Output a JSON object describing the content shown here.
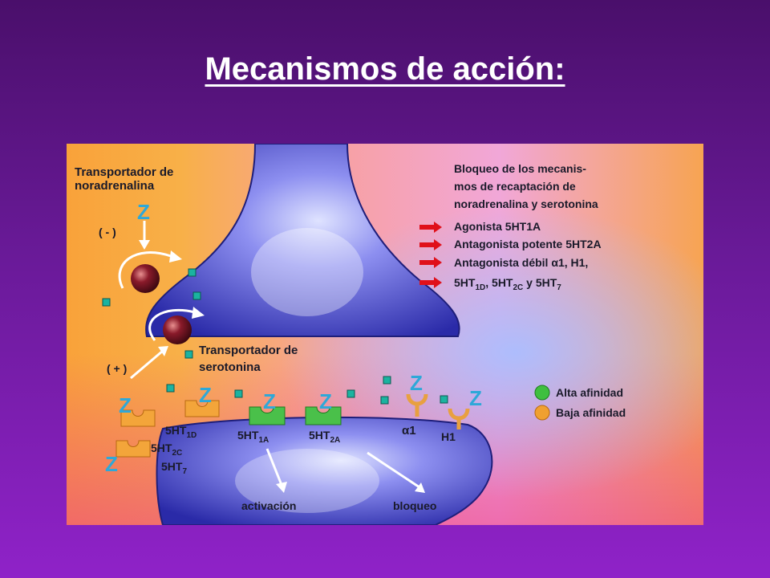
{
  "title": "Mecanismos de acción:",
  "labels": {
    "ne_transporter_1": "Transportador de",
    "ne_transporter_2": "noradrenalina",
    "minus": "( - )",
    "plus": "( + )",
    "sert_1": "Transportador de",
    "sert_2": "serotonina",
    "z": "Z",
    "activation": "activación",
    "block": "bloqueo"
  },
  "effects": {
    "line1": "Bloqueo de los mecanis-",
    "line2": "mos de recaptación de",
    "line3": "noradrenalina y serotonina",
    "items": [
      "Agonista 5HT1A",
      "Antagonista potente 5HT2A",
      "Antagonista débil α1, H1,"
    ],
    "last_item": {
      "a": "5HT",
      "a_sub": "1D",
      "b": ", 5HT",
      "b_sub": "2C",
      "c": " y 5HT",
      "c_sub": "7"
    }
  },
  "receptors": {
    "left_1": "5HT",
    "left_1_sub": "1D",
    "left_2": "5HT",
    "left_2_sub": "2C",
    "left_3": "5HT",
    "left_3_sub": "7",
    "r1a": "5HT",
    "r1a_sub": "1A",
    "r2a": "5HT",
    "r2a_sub": "2A",
    "alpha": "α1",
    "h1": "H1"
  },
  "legend": {
    "high": "Alta afinidad",
    "low": "Baja afinidad",
    "high_color": "#3fbf3f",
    "low_color": "#f0a030"
  },
  "colors": {
    "arrow_red": "#e0101a",
    "neurotransmitter": "#1bb3a0"
  }
}
